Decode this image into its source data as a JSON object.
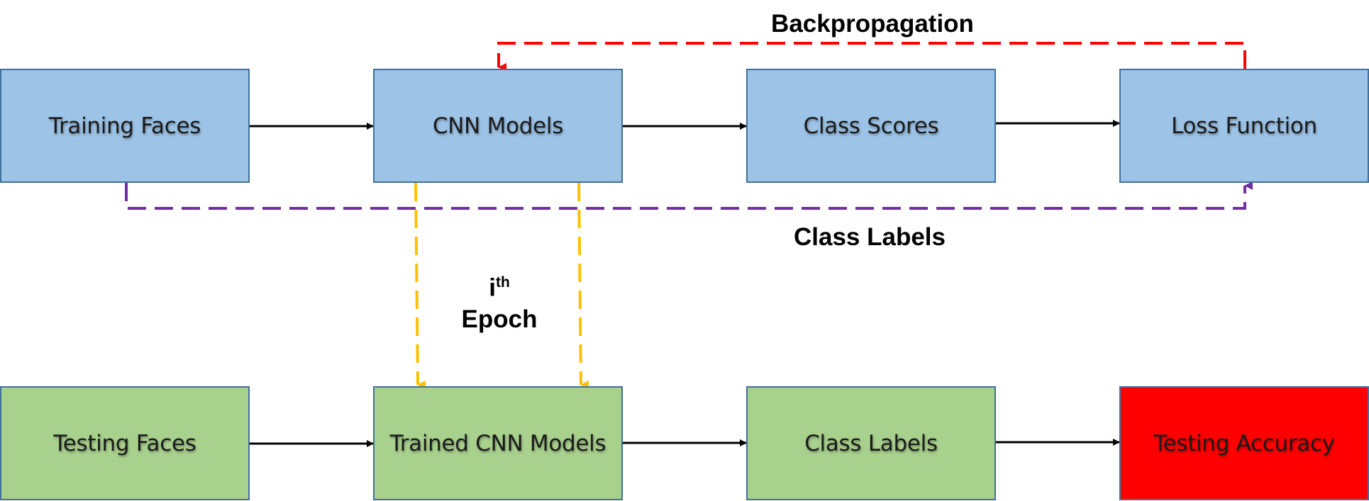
{
  "colors": {
    "training_box": "#9dc3e6",
    "testing_box": "#a9d18e",
    "accuracy_box": "#ff0000",
    "box_border": "#41719c",
    "flow_arrow": "#000000",
    "backprop_arrow": "#ff0000",
    "class_labels_arrow": "#7030a0",
    "epoch_arrow": "#ffc000"
  },
  "training_row": {
    "training_faces": "Training Faces",
    "cnn_models": "CNN Models",
    "class_scores": "Class Scores",
    "loss_function": "Loss Function"
  },
  "testing_row": {
    "testing_faces": "Testing Faces",
    "trained_cnn_models": "Trained CNN Models",
    "class_labels": "Class Labels",
    "testing_accuracy": "Testing Accuracy"
  },
  "labels": {
    "backpropagation": "Backpropagation",
    "class_labels": "Class Labels",
    "epoch_prefix": "i",
    "epoch_superscript": "th",
    "epoch_word": "Epoch"
  }
}
